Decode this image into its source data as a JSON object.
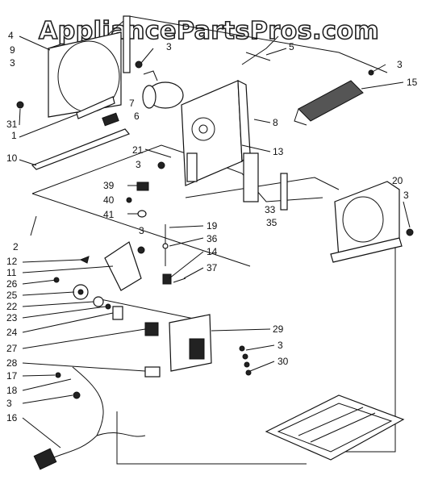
{
  "watermark": "AppliancePartsPros.com",
  "callouts": [
    "4",
    "9",
    "3",
    "31",
    "1",
    "10",
    "7",
    "6",
    "3",
    "5",
    "3",
    "15",
    "8",
    "13",
    "21",
    "3",
    "20",
    "3",
    "39",
    "40",
    "41",
    "3",
    "2",
    "12",
    "11",
    "26",
    "25",
    "22",
    "23",
    "24",
    "27",
    "28",
    "17",
    "18",
    "3",
    "16",
    "19",
    "36",
    "14",
    "37",
    "33",
    "35",
    "29",
    "3",
    "30"
  ]
}
